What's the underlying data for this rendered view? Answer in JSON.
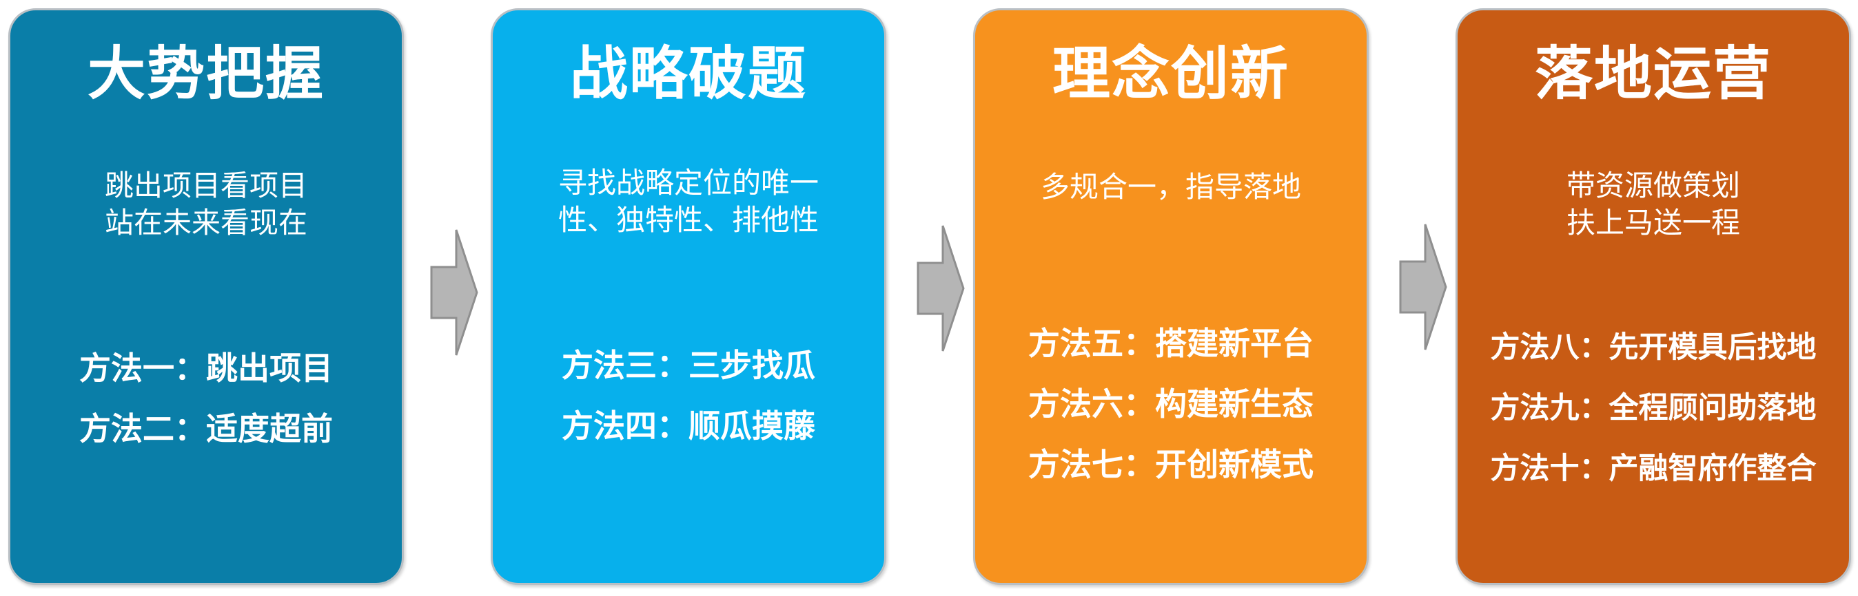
{
  "cards": [
    {
      "title": "大势把握",
      "subtitle": [
        "跳出项目看项目",
        "站在未来看现在"
      ],
      "methods": [
        "方法一：跳出项目",
        "方法二：适度超前"
      ],
      "color": "#0a7ea8"
    },
    {
      "title": "战略破题",
      "subtitle": [
        "寻找战略定位的唯一",
        "性、独特性、排他性"
      ],
      "methods": [
        "方法三：三步找瓜",
        "方法四：顺瓜摸藤"
      ],
      "color": "#07b0ec"
    },
    {
      "title": "理念创新",
      "subtitle": [
        "多规合一，指导落地"
      ],
      "methods": [
        "方法五：搭建新平台",
        "方法六：构建新生态",
        "方法七：开创新模式"
      ],
      "color": "#f7921e"
    },
    {
      "title": "落地运营",
      "subtitle": [
        "带资源做策划",
        "扶上马送一程"
      ],
      "methods": [
        "方法八：先开模具后找地",
        "方法九：全程顾问助落地",
        "方法十：产融智府作整合"
      ],
      "color": "#c85b14"
    }
  ],
  "arrow_icon": "chevron-right-arrow-icon",
  "arrow_color": "#b5b5b5"
}
